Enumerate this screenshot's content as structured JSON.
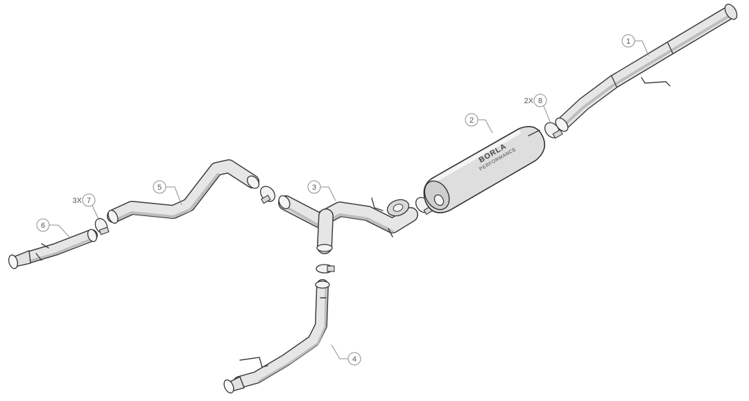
{
  "callouts": [
    {
      "id": "1",
      "label": "1",
      "qty": ""
    },
    {
      "id": "2",
      "label": "2",
      "qty": ""
    },
    {
      "id": "3",
      "label": "3",
      "qty": ""
    },
    {
      "id": "4",
      "label": "4",
      "qty": ""
    },
    {
      "id": "5",
      "label": "5",
      "qty": ""
    },
    {
      "id": "6",
      "label": "6",
      "qty": ""
    },
    {
      "id": "7",
      "label": "7",
      "qty": "3X"
    },
    {
      "id": "8",
      "label": "8",
      "qty": "2X"
    }
  ],
  "muffler_logo": {
    "text": "BORLA",
    "subtext": "PERFORMANCE"
  }
}
